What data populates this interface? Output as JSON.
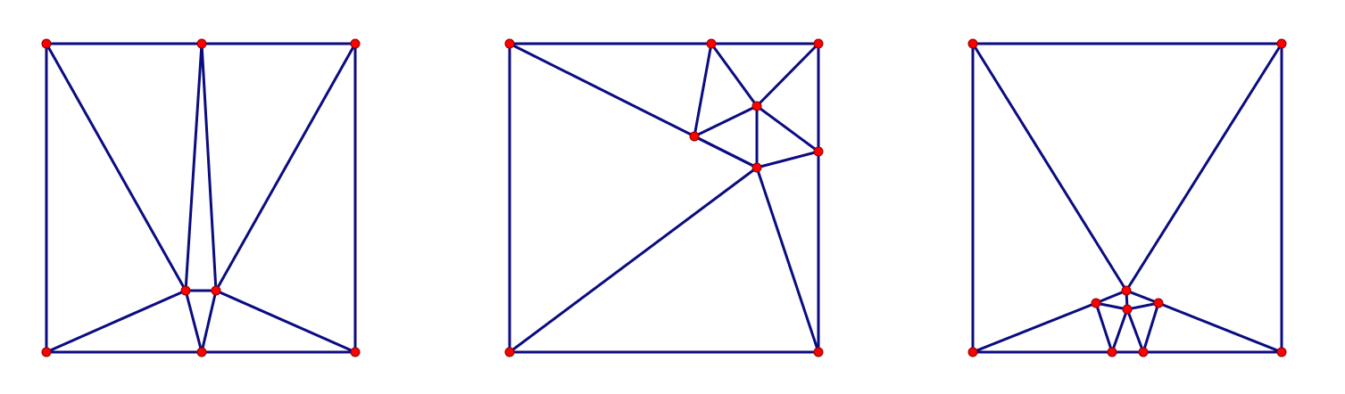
{
  "colors": {
    "edge": "#0b0b82",
    "vertex_fill": "#ff0000",
    "vertex_stroke": "#8b0000",
    "background": "#ffffff"
  },
  "panels": [
    {
      "name": "panel-1",
      "vertices": [
        [
          52,
          49
        ],
        [
          226,
          49
        ],
        [
          398,
          49
        ],
        [
          52,
          395
        ],
        [
          226,
          395
        ],
        [
          398,
          395
        ],
        [
          208,
          326
        ],
        [
          242,
          326
        ]
      ],
      "edges": [
        [
          0,
          1
        ],
        [
          1,
          2
        ],
        [
          2,
          5
        ],
        [
          3,
          4
        ],
        [
          4,
          5
        ],
        [
          0,
          3
        ],
        [
          0,
          6
        ],
        [
          1,
          6
        ],
        [
          1,
          7
        ],
        [
          2,
          7
        ],
        [
          6,
          7
        ],
        [
          3,
          6
        ],
        [
          4,
          6
        ],
        [
          4,
          7
        ],
        [
          5,
          7
        ]
      ]
    },
    {
      "name": "panel-2",
      "vertices": [
        [
          571,
          49
        ],
        [
          797,
          49
        ],
        [
          917,
          49
        ],
        [
          571,
          395
        ],
        [
          917,
          395
        ],
        [
          848,
          119
        ],
        [
          778,
          153
        ],
        [
          917,
          170
        ],
        [
          848,
          188
        ]
      ],
      "edges": [
        [
          0,
          1
        ],
        [
          1,
          2
        ],
        [
          2,
          4
        ],
        [
          3,
          4
        ],
        [
          0,
          3
        ],
        [
          0,
          8
        ],
        [
          1,
          6
        ],
        [
          1,
          5
        ],
        [
          2,
          5
        ],
        [
          6,
          5
        ],
        [
          6,
          8
        ],
        [
          5,
          7
        ],
        [
          5,
          8
        ],
        [
          8,
          7
        ],
        [
          3,
          8
        ],
        [
          8,
          4
        ]
      ]
    },
    {
      "name": "panel-3",
      "vertices": [
        [
          1090,
          49
        ],
        [
          1436,
          49
        ],
        [
          1090,
          395
        ],
        [
          1436,
          395
        ],
        [
          1262,
          326
        ],
        [
          1228,
          340
        ],
        [
          1298,
          340
        ],
        [
          1263,
          347
        ],
        [
          1246,
          395
        ],
        [
          1281,
          395
        ]
      ],
      "edges": [
        [
          0,
          1
        ],
        [
          1,
          3
        ],
        [
          2,
          3
        ],
        [
          0,
          2
        ],
        [
          0,
          4
        ],
        [
          1,
          4
        ],
        [
          4,
          5
        ],
        [
          4,
          6
        ],
        [
          4,
          7
        ],
        [
          5,
          7
        ],
        [
          6,
          7
        ],
        [
          2,
          5
        ],
        [
          3,
          6
        ],
        [
          5,
          8
        ],
        [
          7,
          8
        ],
        [
          7,
          9
        ],
        [
          6,
          9
        ]
      ]
    }
  ]
}
